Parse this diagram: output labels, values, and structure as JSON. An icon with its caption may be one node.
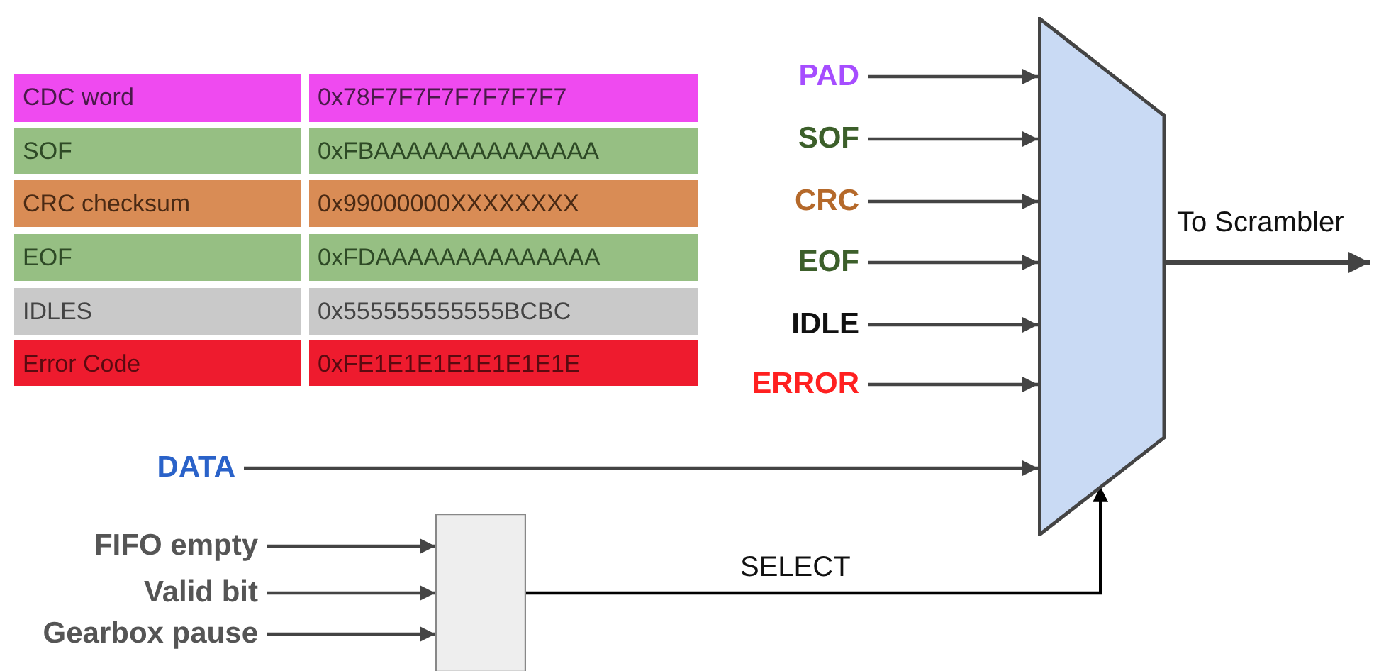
{
  "diagram": {
    "nodes": [
      {
        "text": [
          "PAD"
        ]
      },
      {
        "text": [
          "SOF"
        ]
      },
      {
        "text": [
          "CRC"
        ]
      },
      {
        "text": [
          "EOF"
        ]
      },
      {
        "text": [
          "IDLE"
        ]
      },
      {
        "text": [
          "ERROR"
        ]
      },
      {
        "text": [
          "DATA"
        ]
      },
      {
        "text": [],
        "shape": "trapezoid"
      },
      {
        "text": [
          "FIFO empty"
        ]
      },
      {
        "text": [
          "Valid bit"
        ]
      },
      {
        "text": [
          "Gearbox pause"
        ]
      },
      {
        "text": [],
        "shape": "box"
      }
    ],
    "edges": [
      {
        "from": 0,
        "to": 7,
        "arrow": "to"
      },
      {
        "from": 1,
        "to": 7,
        "arrow": "to"
      },
      {
        "from": 2,
        "to": 7,
        "arrow": "to"
      },
      {
        "from": 3,
        "to": 7,
        "arrow": "to"
      },
      {
        "from": 4,
        "to": 7,
        "arrow": "to"
      },
      {
        "from": 5,
        "to": 7,
        "arrow": "to"
      },
      {
        "from": 6,
        "to": 7,
        "arrow": "to"
      },
      {
        "from": 7,
        "to": null,
        "arrow": "to",
        "label": "To Scrambler"
      },
      {
        "from": 8,
        "to": 11,
        "arrow": "to"
      },
      {
        "from": 9,
        "to": 11,
        "arrow": "to"
      },
      {
        "from": 10,
        "to": 11,
        "arrow": "to"
      },
      {
        "from": 11,
        "to": 7,
        "arrow": "to",
        "label": "SELECT",
        "color": "#000000"
      }
    ],
    "labels": [
      "CDC word",
      "0x78F7F7F7F7F7F7F7",
      "SOF",
      "0xFBAAAAAAAAAAAAAA",
      "CRC checksum",
      "0x99000000XXXXXXXX",
      "EOF",
      "0xFDAAAAAAAAAAAAAA",
      "IDLES",
      "0x555555555555BCBC",
      "Error Code",
      "0xFE1E1E1E1E1E1E1E"
    ]
  }
}
